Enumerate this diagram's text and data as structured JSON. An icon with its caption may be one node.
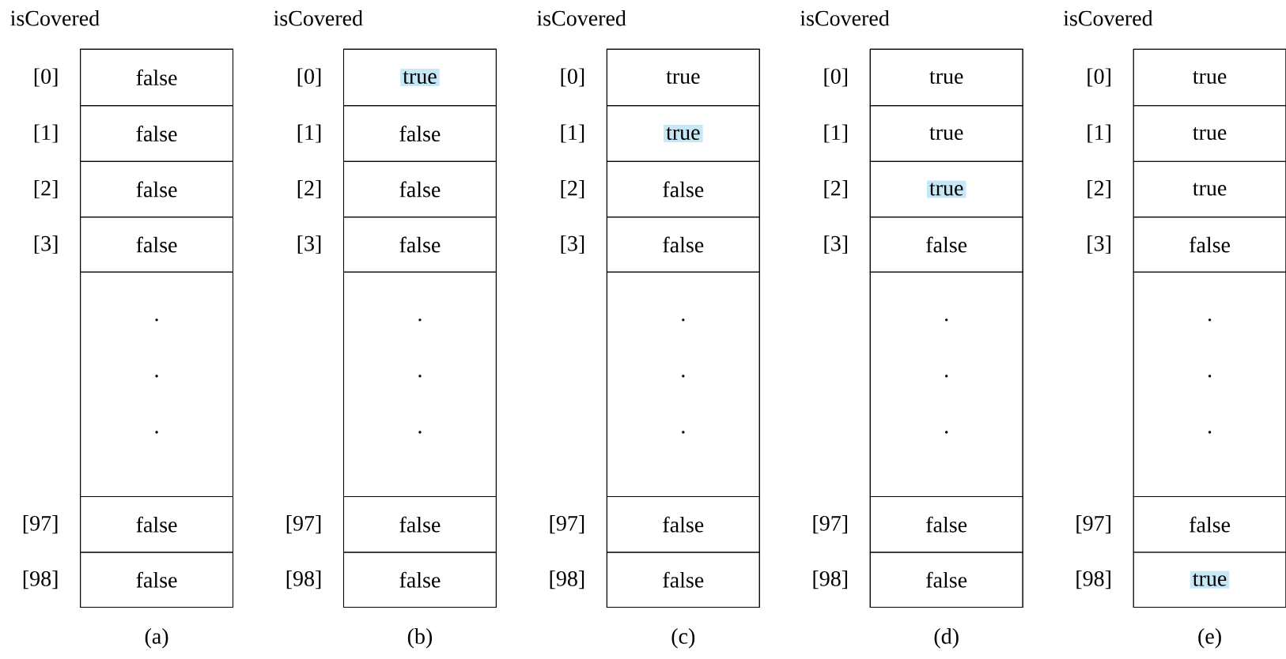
{
  "diagram": {
    "nodes": [
      {
        "text": [
          "isCovered"
        ],
        "beside": [
          "(a)"
        ]
      },
      {
        "text": [
          "false"
        ],
        "in": 0,
        "beside": [
          "[0]"
        ]
      },
      {
        "text": [
          "false"
        ],
        "in": 0,
        "beside": [
          "[1]"
        ]
      },
      {
        "text": [
          "false"
        ],
        "in": 0,
        "beside": [
          "[2]"
        ]
      },
      {
        "text": [
          "false"
        ],
        "in": 0,
        "beside": [
          "[3]"
        ]
      },
      {
        "text": [
          ".",
          ".",
          "."
        ],
        "in": 0
      },
      {
        "text": [
          "false"
        ],
        "in": 0,
        "beside": [
          "[97]"
        ]
      },
      {
        "text": [
          "false"
        ],
        "in": 0,
        "beside": [
          "[98]"
        ]
      },
      {
        "text": [
          "isCovered"
        ],
        "beside": [
          "(b)"
        ]
      },
      {
        "text": [
          "true"
        ],
        "in": 8,
        "beside": [
          "[0]"
        ]
      },
      {
        "text": [
          "false"
        ],
        "in": 8,
        "beside": [
          "[1]"
        ]
      },
      {
        "text": [
          "false"
        ],
        "in": 8,
        "beside": [
          "[2]"
        ]
      },
      {
        "text": [
          "false"
        ],
        "in": 8,
        "beside": [
          "[3]"
        ]
      },
      {
        "text": [
          ".",
          ".",
          "."
        ],
        "in": 8
      },
      {
        "text": [
          "false"
        ],
        "in": 8,
        "beside": [
          "[97]"
        ]
      },
      {
        "text": [
          "false"
        ],
        "in": 8,
        "beside": [
          "[98]"
        ]
      },
      {
        "text": [
          "isCovered"
        ],
        "beside": [
          "(c)"
        ]
      },
      {
        "text": [
          "true"
        ],
        "in": 16,
        "beside": [
          "[0]"
        ]
      },
      {
        "text": [
          "true"
        ],
        "in": 16,
        "beside": [
          "[1]"
        ]
      },
      {
        "text": [
          "false"
        ],
        "in": 16,
        "beside": [
          "[2]"
        ]
      },
      {
        "text": [
          "false"
        ],
        "in": 16,
        "beside": [
          "[3]"
        ]
      },
      {
        "text": [
          ".",
          ".",
          "."
        ],
        "in": 16
      },
      {
        "text": [
          "false"
        ],
        "in": 16,
        "beside": [
          "[97]"
        ]
      },
      {
        "text": [
          "false"
        ],
        "in": 16,
        "beside": [
          "[98]"
        ]
      },
      {
        "text": [
          "isCovered"
        ],
        "beside": [
          "(d)"
        ]
      },
      {
        "text": [
          "true"
        ],
        "in": 24,
        "beside": [
          "[0]"
        ]
      },
      {
        "text": [
          "true"
        ],
        "in": 24,
        "beside": [
          "[1]"
        ]
      },
      {
        "text": [
          "true"
        ],
        "in": 24,
        "beside": [
          "[2]"
        ]
      },
      {
        "text": [
          "false"
        ],
        "in": 24,
        "beside": [
          "[3]"
        ]
      },
      {
        "text": [
          ".",
          ".",
          "."
        ],
        "in": 24
      },
      {
        "text": [
          "false"
        ],
        "in": 24,
        "beside": [
          "[97]"
        ]
      },
      {
        "text": [
          "false"
        ],
        "in": 24,
        "beside": [
          "[98]"
        ]
      },
      {
        "text": [
          "isCovered"
        ],
        "beside": [
          "(e)"
        ]
      },
      {
        "text": [
          "true"
        ],
        "in": 32,
        "beside": [
          "[0]"
        ]
      },
      {
        "text": [
          "true"
        ],
        "in": 32,
        "beside": [
          "[1]"
        ]
      },
      {
        "text": [
          "true"
        ],
        "in": 32,
        "beside": [
          "[2]"
        ]
      },
      {
        "text": [
          "false"
        ],
        "in": 32,
        "beside": [
          "[3]"
        ]
      },
      {
        "text": [
          ".",
          ".",
          "."
        ],
        "in": 32
      },
      {
        "text": [
          "false"
        ],
        "in": 32,
        "beside": [
          "[97]"
        ]
      },
      {
        "text": [
          "true"
        ],
        "in": 32,
        "beside": [
          "[98]"
        ]
      }
    ]
  }
}
